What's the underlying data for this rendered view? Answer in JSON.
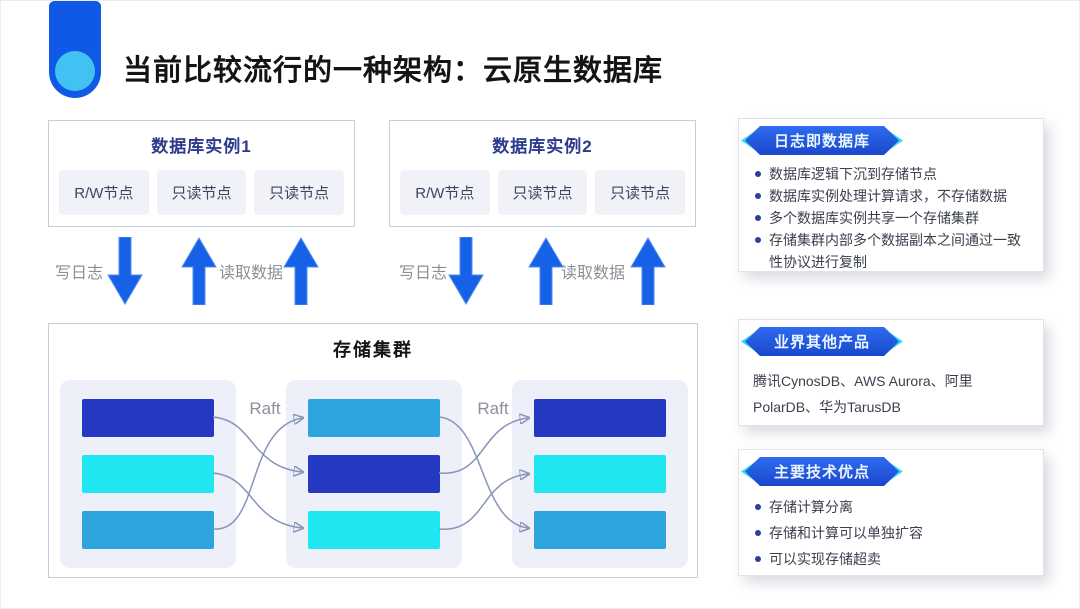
{
  "slide": {
    "title": "当前比较流行的一种架构：云原生数据库"
  },
  "instances": [
    {
      "title": "数据库实例1",
      "nodes": [
        "R/W节点",
        "只读节点",
        "只读节点"
      ],
      "write_label": "写日志",
      "read_label": "读取数据"
    },
    {
      "title": "数据库实例2",
      "nodes": [
        "R/W节点",
        "只读节点",
        "只读节点"
      ],
      "write_label": "写日志",
      "read_label": "读取数据"
    }
  ],
  "storage": {
    "title": "存储集群",
    "raft_label": "Raft",
    "panels": [
      {
        "bars": [
          "bar_dark",
          "bar_cyan",
          "bar_sky"
        ]
      },
      {
        "bars": [
          "bar_sky",
          "bar_dark",
          "bar_cyan"
        ]
      },
      {
        "bars": [
          "bar_dark",
          "bar_cyan",
          "bar_sky"
        ]
      }
    ]
  },
  "sidebar": {
    "cards": [
      {
        "badge": "日志即数据库",
        "bullets": [
          "数据库逻辑下沉到存储节点",
          "数据库实例处理计算请求，不存储数据",
          "多个数据库实例共享一个存储集群",
          "存储集群内部多个数据副本之间通过一致性协议进行复制"
        ]
      },
      {
        "badge": "业界其他产品",
        "text": "腾讯CynosDB、AWS Aurora、阿里PolarDB、华为TarusDB"
      },
      {
        "badge": "主要技术优点",
        "bullets": [
          "存储计算分离",
          "存储和计算可以单独扩容",
          "可以实现存储超卖"
        ]
      }
    ]
  },
  "colors": {
    "bar_dark": "#2538c2",
    "bar_cyan": "#20e6f2",
    "bar_sky": "#2da4dd",
    "arrow_blue": "#1661e6",
    "connector_gray": "#8a94ba",
    "arrowhead_blue": "#3a4baa",
    "badge_blue": "#1d4fd4",
    "accent_cyan": "#35d8f8",
    "deco_blue": "#1059e6",
    "deco_circle_cyan": "#40c3f2"
  }
}
